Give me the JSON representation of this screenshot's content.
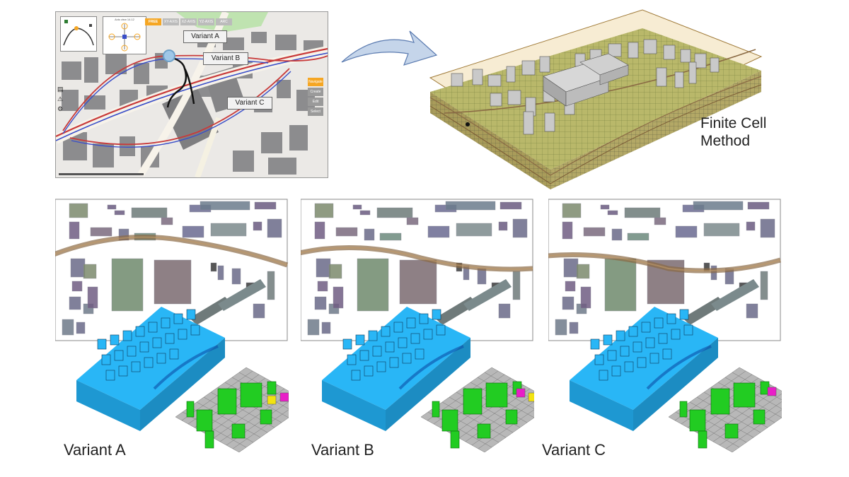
{
  "map_panel": {
    "toolbar_tabs": [
      "FREE",
      "XY-AXIS",
      "XZ-AXIS",
      "YZ-AXIS",
      "ARC"
    ],
    "active_tab": "FREE",
    "route_labels": [
      "Variant A",
      "Variant B",
      "Variant C"
    ],
    "side_buttons": [
      "Navigate",
      "Create",
      "Edit",
      "Select"
    ],
    "active_side_button": "Navigate",
    "compass_caption": "Axis view 14.12"
  },
  "labels": {
    "finite_cell_line1": "Finite Cell",
    "finite_cell_line2": "Method",
    "variant_a": "Variant A",
    "variant_b": "Variant B",
    "variant_c": "Variant C"
  },
  "colors": {
    "accent_orange": "#f5a623",
    "route_red": "#c83a3a",
    "route_blue": "#3a4ec8",
    "tunnel_brown": "#8a6a44",
    "model_blue": "#29b6f6",
    "voxel_green": "#22cc22",
    "highlight_magenta": "#e91ec8",
    "highlight_yellow": "#f2e311",
    "arrow_fill": "#c5d5ea"
  },
  "icons": [
    "layers-icon",
    "warning-icon",
    "gear-icon",
    "compass-icon"
  ]
}
